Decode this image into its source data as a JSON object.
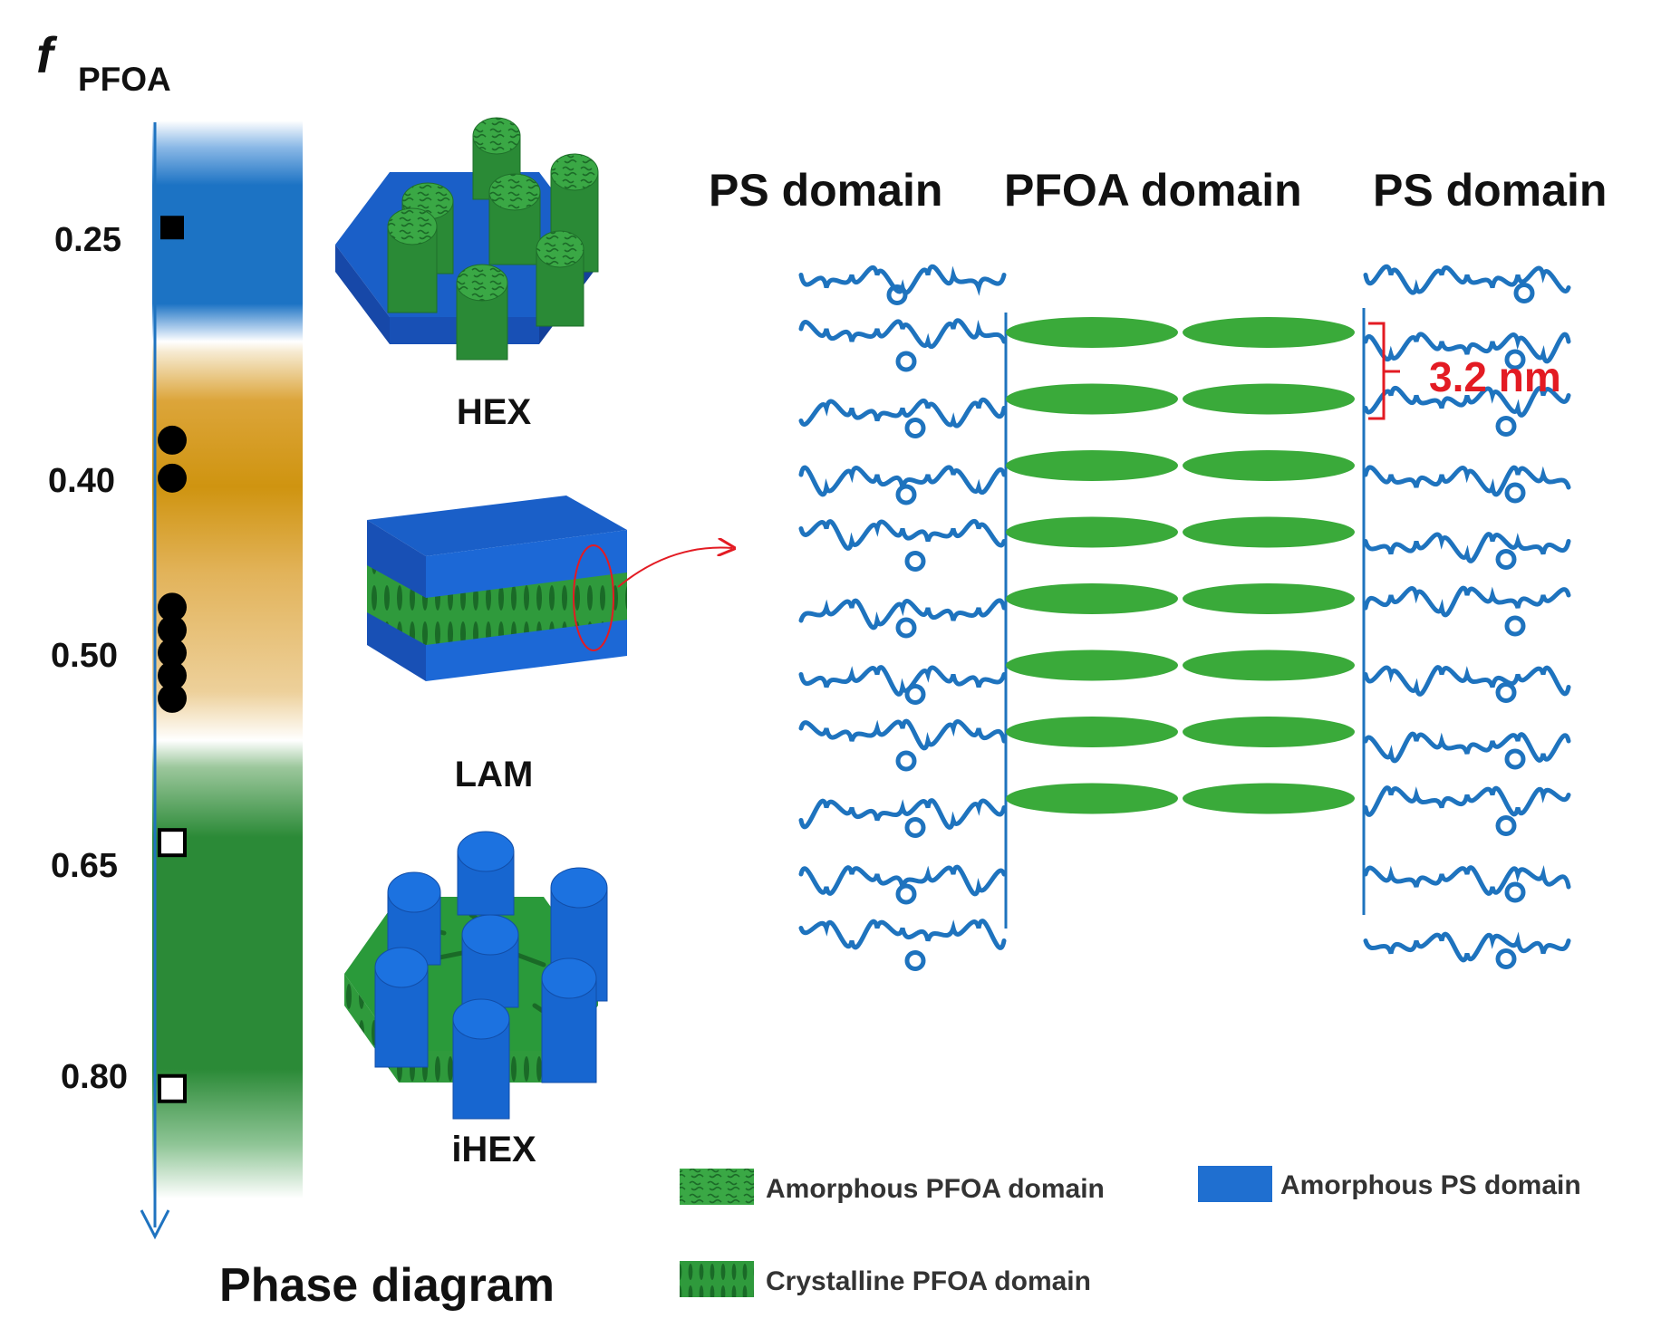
{
  "axis": {
    "symbol": "f",
    "subscript": "PFOA",
    "ticks": [
      "0.25",
      "0.40",
      "0.50",
      "0.65",
      "0.80"
    ],
    "caption": "Phase diagram"
  },
  "phases": [
    {
      "label": "HEX",
      "color": "#1c6fc4"
    },
    {
      "label": "LAM",
      "color": "#d49a12"
    },
    {
      "label": "iHEX",
      "color": "#2a8a36"
    }
  ],
  "points": [
    {
      "f": 0.24,
      "marker": "filled-square"
    },
    {
      "f": 0.38,
      "marker": "filled-circle"
    },
    {
      "f": 0.405,
      "marker": "filled-circle"
    },
    {
      "f": 0.49,
      "marker": "filled-circle"
    },
    {
      "f": 0.505,
      "marker": "filled-circle"
    },
    {
      "f": 0.52,
      "marker": "filled-circle"
    },
    {
      "f": 0.535,
      "marker": "filled-circle"
    },
    {
      "f": 0.55,
      "marker": "filled-circle"
    },
    {
      "f": 0.645,
      "marker": "open-square"
    },
    {
      "f": 0.807,
      "marker": "open-square"
    }
  ],
  "schematic": {
    "header": [
      "PS domain",
      "PFOA domain",
      "PS domain"
    ],
    "spacing_label": "3.2 nm",
    "rows": 8
  },
  "legend": [
    {
      "label": "Amorphous PFOA domain",
      "swatch": "amorphous-pfoa"
    },
    {
      "label": "Amorphous PS domain",
      "swatch": "amorphous-ps"
    },
    {
      "label": "Crystalline PFOA domain",
      "swatch": "crystalline-pfoa"
    }
  ],
  "colors": {
    "ps_blue": "#1f6fd0",
    "chain_blue": "#1e73be",
    "pfoa_green": "#3aaa3a",
    "dark_green": "#1d7a2c",
    "annotation_red": "#e31b23"
  }
}
